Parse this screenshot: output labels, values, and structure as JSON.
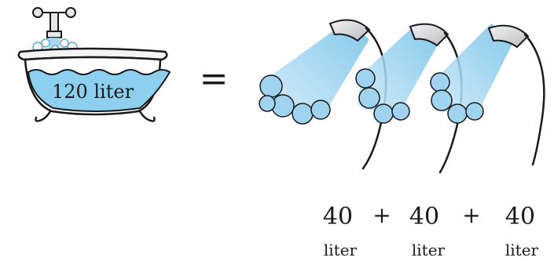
{
  "bathtub": {
    "label": "120 liter"
  },
  "equals": "=",
  "equation": {
    "numbers": [
      "40",
      "40",
      "40"
    ],
    "plus": [
      "+",
      "+"
    ],
    "units": [
      "liter",
      "liter",
      "liter"
    ]
  },
  "colors": {
    "water": "#8ccfee",
    "water_light": "#c9e9f7",
    "spray": "#9fd3ef",
    "ink": "#1a1a1a",
    "chrome": "#d8dadc"
  }
}
